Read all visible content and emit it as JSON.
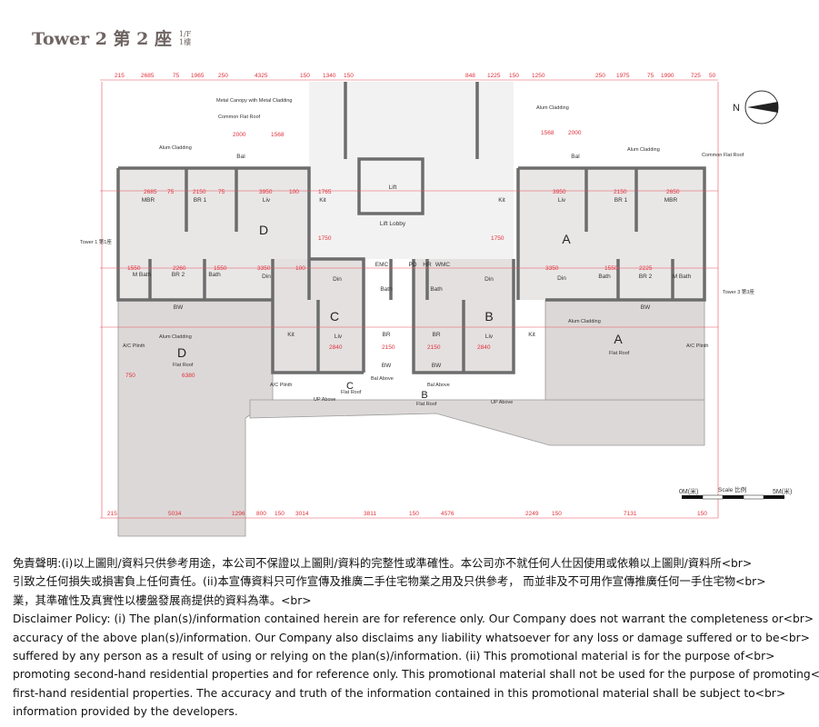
{
  "title": {
    "main": "Tower 2 第 2 座",
    "floor_en": "1/F",
    "floor_zh": "1樓"
  },
  "units": [
    "D",
    "C",
    "B",
    "A",
    "D",
    "A",
    "C",
    "B"
  ],
  "rooms": [
    "MBR",
    "BR 1",
    "Liv",
    "Kit",
    "M Bath",
    "BR 2",
    "Bath",
    "Din",
    "BW",
    "Bal",
    "Lift",
    "Lift Lobby",
    "EMC",
    "PD",
    "HR",
    "WMC",
    "Din",
    "Bath",
    "Bath",
    "BR",
    "Liv",
    "BR",
    "Liv",
    "BW",
    "BW",
    "Kit",
    "Kit",
    "Din",
    "Liv",
    "BR 1",
    "MBR",
    "Kit",
    "Bath",
    "BR 2",
    "M Bath",
    "BW",
    "Bal",
    "Din"
  ],
  "notes": [
    "Metal Canopy with Metal Cladding",
    "Common Flat Roof",
    "Alum Cladding",
    "Alum Cladding",
    "Alum Cladding",
    "Common Flat Roof",
    "Tower 1 第1座",
    "Tower 3 第3座",
    "Flat Roof",
    "Flat Roof",
    "Flat Roof",
    "Flat Roof",
    "A/C Plinth",
    "A/C Plinth",
    "A/C Plinth",
    "Alum Cladding",
    "Alum Cladding",
    "Bal Above",
    "Bal Above",
    "UP Above",
    "UP Above"
  ],
  "dims_top": [
    "215",
    "2685",
    "75",
    "1965",
    "250",
    "4325",
    "150",
    "1340",
    "150",
    "848",
    "1225",
    "150",
    "1250",
    "250",
    "1975",
    "75",
    "1990",
    "725",
    "50"
  ],
  "dims_bottom": [
    "215",
    "5034",
    "1296",
    "800",
    "150",
    "3014",
    "3811",
    "150",
    "4576",
    "2249",
    "150",
    "7131",
    "150"
  ],
  "dims_inner": [
    "2685",
    "75",
    "2150",
    "75",
    "3950",
    "100",
    "1765",
    "1550",
    "2260",
    "1550",
    "3350",
    "100",
    "3950",
    "2150",
    "2650",
    "3350",
    "2225",
    "1550",
    "2840",
    "2150",
    "2150",
    "2840",
    "6380",
    "750",
    "2000",
    "1568",
    "2000",
    "1568",
    "1750",
    "1750"
  ],
  "north": "N",
  "scale": {
    "start": "0M(米)",
    "label": "Scale 比例",
    "end": "5M(米)"
  },
  "disclaimer": [
    "免責聲明:(i)以上圖則/資料只供參考用途，本公司不保證以上圖則/資料的完整性或準確性。本公司亦不就任何人仕因使用或依賴以上圖則/資料所<br>",
    "引致之任何損失或損害負上任何責任。(ii)本宣傳資料只可作宣傳及推廣二手住宅物業之用及只供參考， 而並非及不可用作宣傳推廣任何一手住宅物<br>",
    "業，其準確性及真實性以樓盤發展商提供的資料為準。<br>",
    "Disclaimer Policy: (i) The plan(s)/information contained herein are for reference only. Our Company does not warrant the completeness or<br>",
    "accuracy of the above plan(s)/information. Our Company also disclaims any liability whatsoever for any loss or damage suffered or to be<br>",
    "suffered by any person as a result of using or relying on the plan(s)/information. (ii) This promotional material is for the purpose of<br>",
    "promoting second-hand residential properties and for reference only. This promotional material shall not be used for the purpose of promoting<br>",
    "first-hand residential properties. The accuracy and truth of the information contained in this promotional material shall be subject to<br>",
    "information provided by the developers."
  ],
  "colors": {
    "dimension": "#e0303a",
    "wall": "#6d6d6d",
    "floor": "#e9e6e6",
    "roof": "#ddd8d8",
    "title": "#6e6462"
  }
}
